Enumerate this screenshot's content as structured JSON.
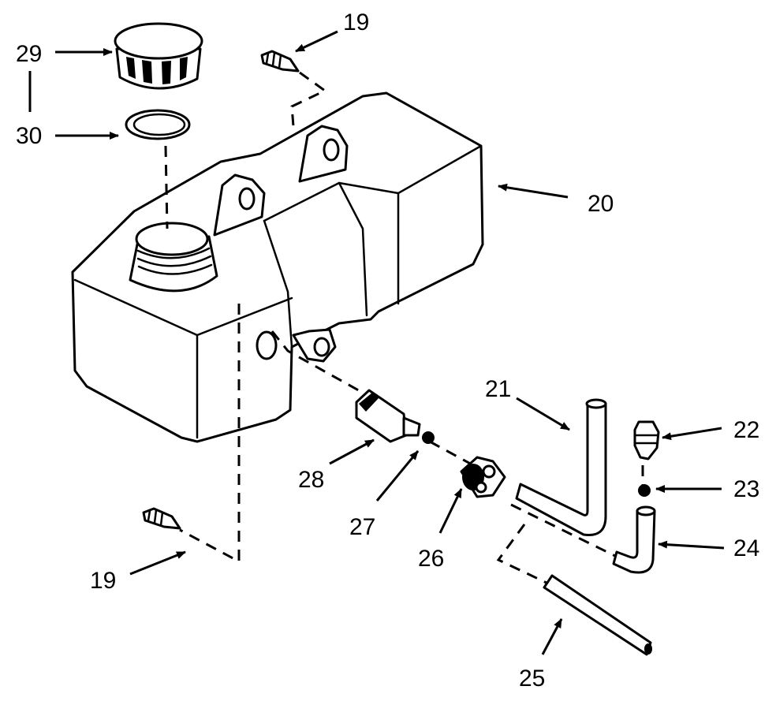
{
  "labels": {
    "p19a": "19",
    "p19b": "19",
    "p20": "20",
    "p21": "21",
    "p22": "22",
    "p23": "23",
    "p24": "24",
    "p25": "25",
    "p26": "26",
    "p27": "27",
    "p28": "28",
    "p29": "29",
    "p30": "30"
  }
}
